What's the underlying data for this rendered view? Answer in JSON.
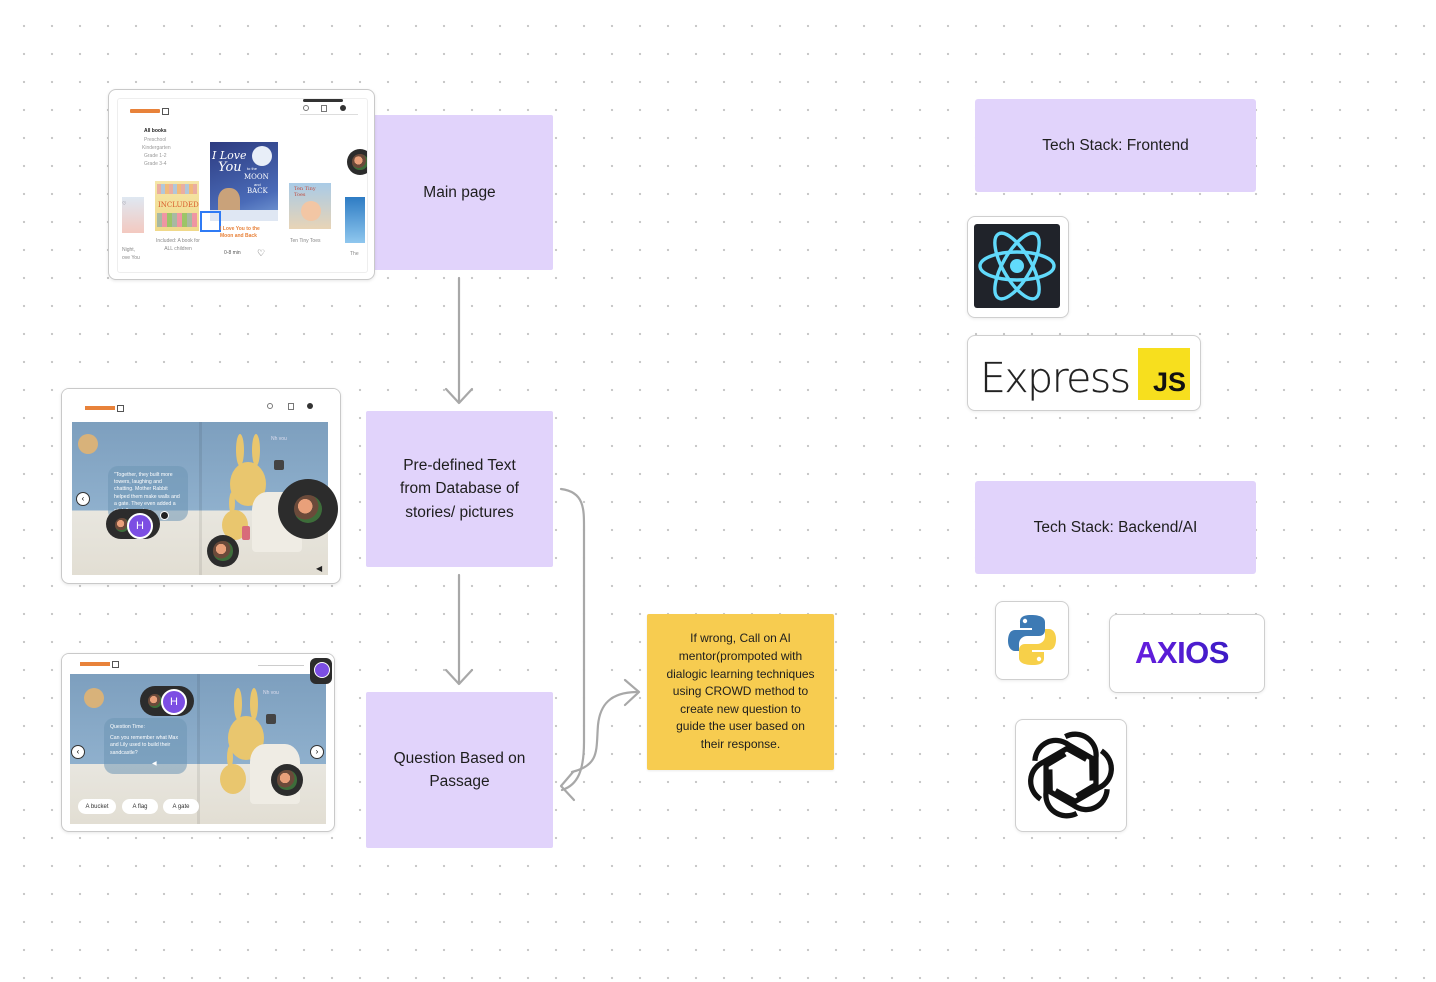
{
  "flow": {
    "main_page": "Main page",
    "predefined": [
      "Pre-defined Text",
      "from Database of",
      "stories/ pictures"
    ],
    "question": [
      "Question Based on",
      "Passage"
    ],
    "ai_note": [
      "If wrong, Call on AI",
      "mentor(prompoted with",
      "dialogic learning techniques",
      "using CROWD method to",
      "create new question to",
      "guide the user based on",
      "their response."
    ]
  },
  "tech": {
    "frontend_label": "Tech Stack: Frontend",
    "backend_label": "Tech Stack: Backend/AI",
    "express_text": "Express",
    "js_text": "JS",
    "axios_text": "AXIOS"
  },
  "colors": {
    "sticky_purple": "#e1d3fb",
    "sticky_yellow": "#f7cc50",
    "arrow": "#a8a8a8",
    "react_blue": "#61dafb",
    "js_yellow": "#f7df1e",
    "axios_navy": "#5a29e4"
  },
  "screens": {
    "main": {
      "nav_title": "All books",
      "grade_links": [
        "Preschool",
        "Kindergarten",
        "Grade 1-2",
        "Grade 3-4"
      ],
      "book_titles": [
        "I Love You to the Moon and Back",
        "Included: A book for ALL children",
        "Ten Tiny Toes"
      ],
      "cover_words": [
        "I Love",
        "You",
        "to the",
        "MOON",
        "and",
        "BACK"
      ],
      "cover_left_lines": [
        "Night,",
        "ove You"
      ],
      "cover_included": "INCLUDED",
      "cover_tiny_toes": "Ten Tiny Toes",
      "partial_title": "The",
      "age": "0-8 min",
      "nav_icons": [
        "search-icon",
        "book-icon",
        "profile-icon"
      ]
    },
    "reader": {
      "passage": "\"Together, they built more towers, laughing and chatting. Mother Rabbit helped them make walls and a gate. They even added a stick flag on top",
      "avatar_letter": "H",
      "page_note": "Nh vou"
    },
    "question": {
      "heading": "Question Time:",
      "prompt": "Can you remember what Max and Lily used to build their sandcastle?",
      "answers": [
        "A bucket",
        "A flag",
        "A gate"
      ],
      "avatar_letter": "H",
      "page_note": "Nh vou"
    }
  }
}
